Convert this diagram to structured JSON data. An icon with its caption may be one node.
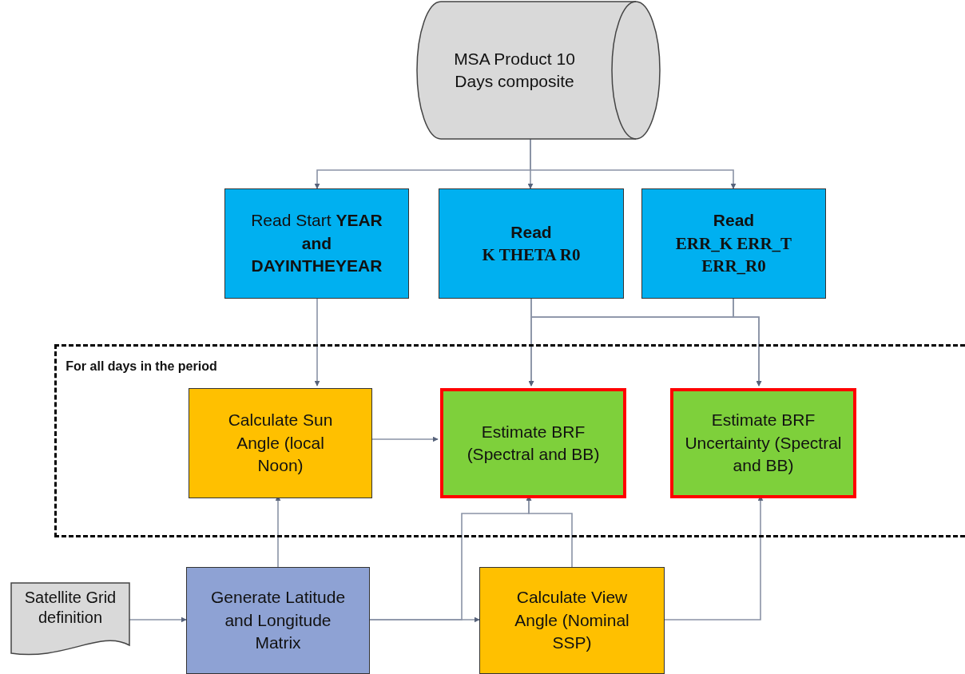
{
  "diagram": {
    "nodes": [
      {
        "text": [
          "MSA Product 10 Days composite"
        ]
      },
      {
        "text": [
          "Read Start **YEAR and DAYINTHEYEAR**"
        ]
      },
      {
        "text": [
          "Read",
          "K THETA R0"
        ]
      },
      {
        "text": [
          "Read",
          "ERR_K ERR_T ERR_R0"
        ]
      },
      {
        "text": [
          "For all days in the period"
        ]
      },
      {
        "text": [
          "Calculate Sun Angle (local Noon)"
        ],
        "in": 4
      },
      {
        "text": [
          "Estimate BRF (Spectral and BB)"
        ],
        "in": 4
      },
      {
        "text": [
          "Estimate BRF Uncertainty (Spectral and BB)"
        ],
        "in": 4
      },
      {
        "text": [
          "Satellite Grid definition"
        ]
      },
      {
        "text": [
          "Generate Latitude and Longitude Matrix"
        ]
      },
      {
        "text": [
          "Calculate View Angle (Nominal SSP)"
        ]
      }
    ],
    "edges": [
      {
        "from": 0,
        "to": 1,
        "arrow": "to"
      },
      {
        "from": 0,
        "to": 2,
        "arrow": "to"
      },
      {
        "from": 0,
        "to": 3,
        "arrow": "to"
      },
      {
        "from": 1,
        "to": 5,
        "arrow": "to"
      },
      {
        "from": 2,
        "to": 6,
        "arrow": "to"
      },
      {
        "from": 2,
        "to": 7,
        "arrow": "to"
      },
      {
        "from": 3,
        "to": 7,
        "arrow": "to"
      },
      {
        "from": 3,
        "to": 6,
        "arrow": "to"
      },
      {
        "from": 5,
        "to": 6,
        "arrow": "to"
      },
      {
        "from": 9,
        "to": 5,
        "arrow": "to"
      },
      {
        "from": 8,
        "to": 9,
        "arrow": "to"
      },
      {
        "from": 9,
        "to": 10,
        "arrow": "to"
      },
      {
        "from": 9,
        "to": 6,
        "arrow": "to"
      },
      {
        "from": 10,
        "to": 6,
        "arrow": "to"
      },
      {
        "from": 10,
        "to": 7,
        "arrow": "to"
      }
    ]
  }
}
